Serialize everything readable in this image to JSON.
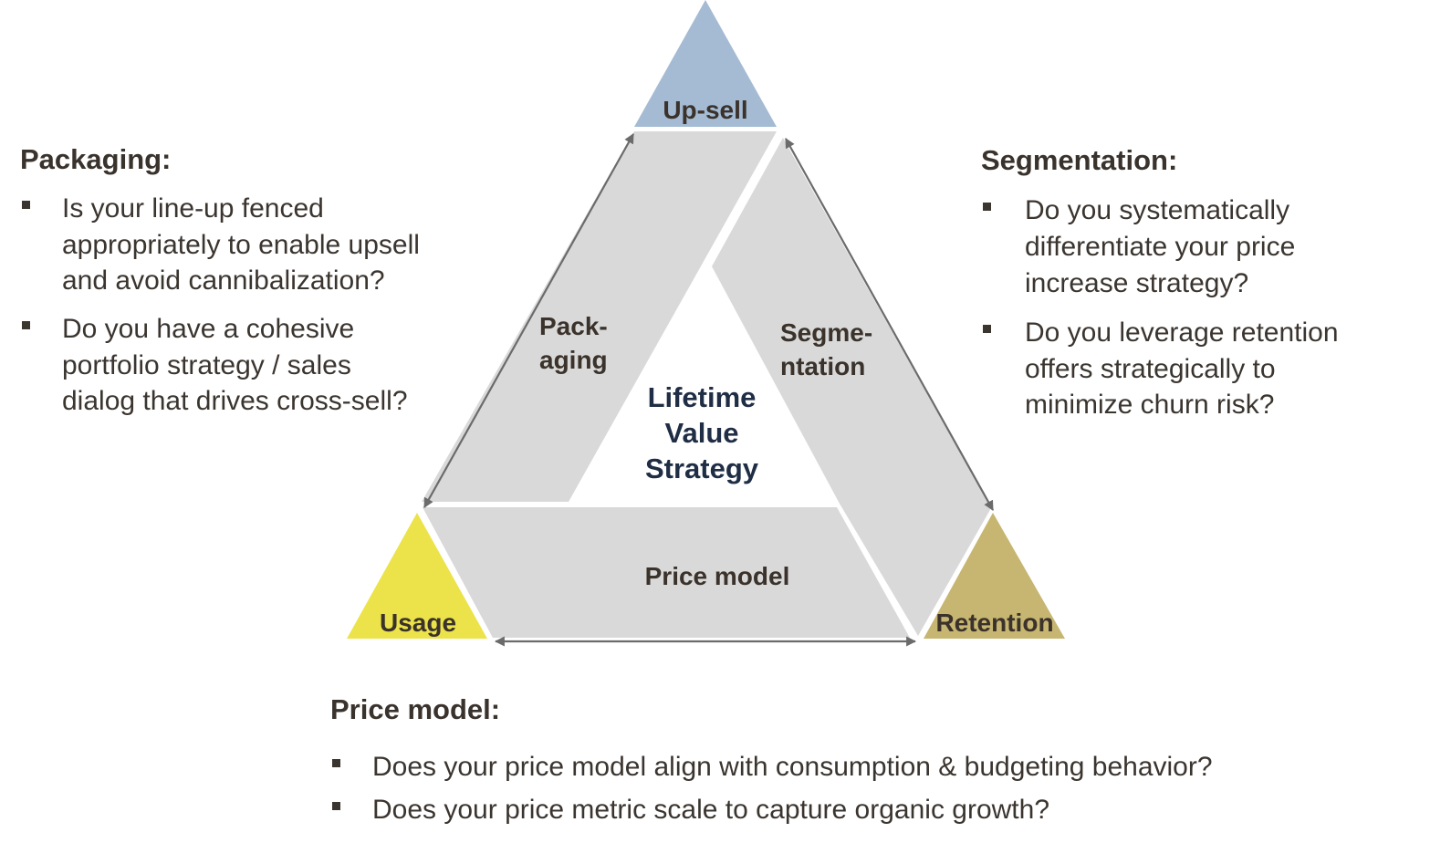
{
  "diagram": {
    "corners": {
      "upsell": {
        "label": "Up-sell",
        "color": "#a4bbd3"
      },
      "usage": {
        "label": "Usage",
        "color": "#ece34a"
      },
      "retention": {
        "label": "Retention",
        "color": "#c7b671"
      }
    },
    "sides": {
      "packaging": {
        "line1": "Pack-",
        "line2": "aging"
      },
      "segmentation": {
        "line1": "Segme-",
        "line2": "ntation"
      },
      "price_model": {
        "label": "Price model"
      }
    },
    "center": {
      "line1": "Lifetime",
      "line2": "Value",
      "line3": "Strategy"
    },
    "band_color": "#d9d9d9",
    "arrow_color": "#6b6b6b"
  },
  "packaging": {
    "title": "Packaging:",
    "bullets": [
      [
        "Is your line-up fenced",
        "appropriately to enable upsell",
        "and avoid cannibalization?"
      ],
      [
        "Do you have a cohesive",
        "portfolio strategy / sales",
        "dialog that drives cross-sell?"
      ]
    ]
  },
  "segmentation": {
    "title": "Segmentation:",
    "bullets": [
      [
        "Do you systematically",
        "differentiate your price",
        "increase strategy?"
      ],
      [
        "Do you leverage retention",
        "offers strategically to",
        "minimize churn risk?"
      ]
    ]
  },
  "price_model": {
    "title": "Price model:",
    "bullets": [
      "Does your price model align with consumption & budgeting behavior?",
      "Does your price metric scale to capture organic growth?"
    ]
  }
}
